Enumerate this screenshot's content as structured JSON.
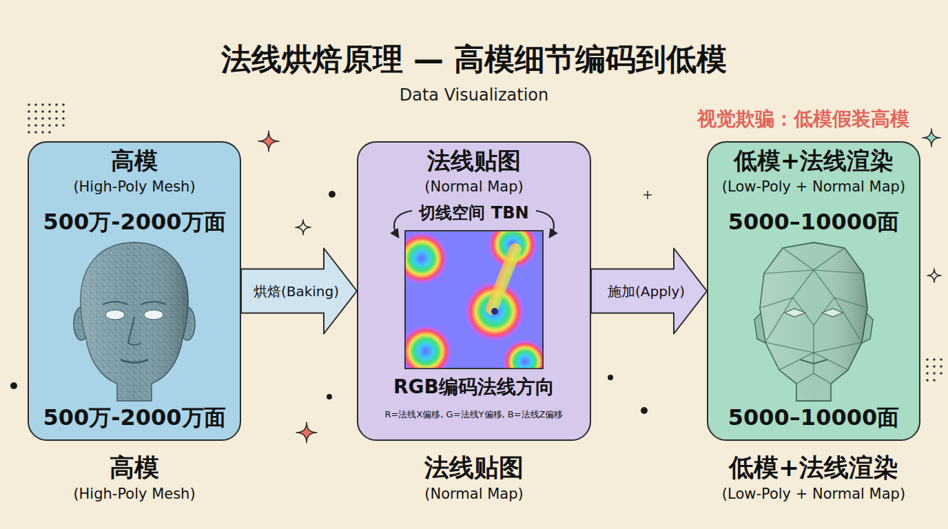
{
  "diagram": {
    "title": "法线烘焙原理 — 高模细节编码到低模",
    "nodes": [
      {
        "text": [
          "高模",
          "(High-Poly Mesh)",
          "500万-2000万面",
          "500万-2000万面",
          "高模",
          "(High-Poly Mesh)"
        ]
      },
      {
        "text": [
          "法线贴图",
          "(Normal Map)",
          "切线空间 TBN",
          "RGB编码法线方向",
          "R=法线X偏移, G=法线Y偏移, B=法线Z偏移",
          "法线贴图",
          "(Normal Map)"
        ]
      },
      {
        "text": [
          "低模+法线渲染",
          "(Low-Poly + Normal Map)",
          "5000–10000面",
          "5000–10000面",
          "低模+法线渲染",
          "(Low-Poly + Normal Map)"
        ]
      }
    ],
    "edges": [
      {
        "from": 0,
        "to": 1,
        "arrow": "to",
        "label": "烘焙(Baking)"
      },
      {
        "from": 1,
        "to": 2,
        "arrow": "to",
        "label": "施加(Apply)"
      }
    ],
    "labels": [
      "Data Visualization",
      "视觉欺骗：低模假装高模"
    ]
  }
}
